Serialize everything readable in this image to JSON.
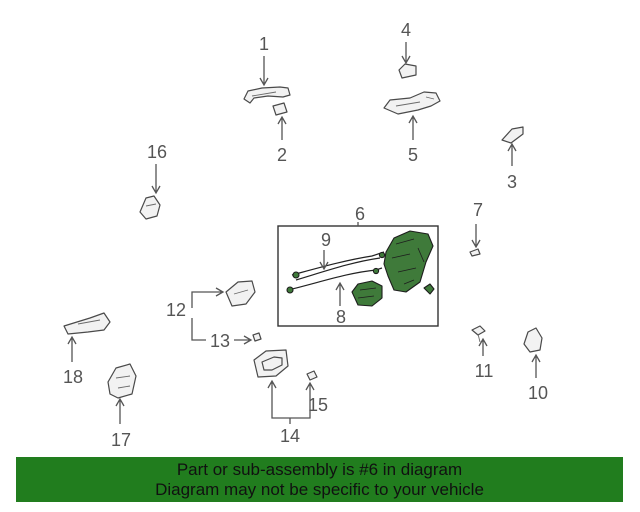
{
  "callouts": {
    "c1": "1",
    "c2": "2",
    "c3": "3",
    "c4": "4",
    "c5": "5",
    "c6": "6",
    "c7": "7",
    "c8": "8",
    "c9": "9",
    "c10": "10",
    "c11": "11",
    "c12": "12",
    "c13": "13",
    "c14": "14",
    "c15": "15",
    "c16": "16",
    "c17": "17",
    "c18": "18"
  },
  "notice": {
    "line1": "Part or sub-assembly is #6 in diagram",
    "line2": "Diagram may not be specific to your vehicle"
  },
  "colors": {
    "highlight_part": "#3f7a3a",
    "notice_background": "#217d1e"
  }
}
